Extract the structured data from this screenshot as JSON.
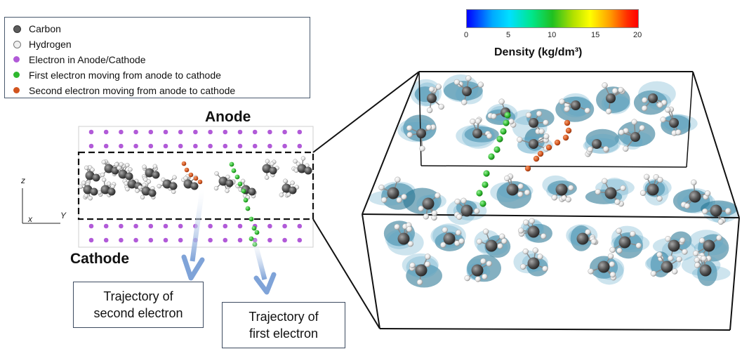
{
  "legend": {
    "items": [
      {
        "label": "Carbon",
        "color": "#5c5c5c"
      },
      {
        "label": "Hydrogen",
        "color": "#e8e8e8"
      },
      {
        "label": "Electron in Anode/Cathode",
        "color": "#b15ad8"
      },
      {
        "label": "First electron moving from anode to cathode",
        "color": "#2fb82f"
      },
      {
        "label": "Second electron moving from anode to cathode",
        "color": "#d2541e"
      }
    ]
  },
  "labels": {
    "anode": "Anode",
    "cathode": "Cathode",
    "axis_z": "z",
    "axis_x": "x",
    "axis_y": "Y",
    "traj_second_line1": "Trajectory of",
    "traj_second_line2": "second electron",
    "traj_first_line1": "Trajectory of",
    "traj_first_line2": "first electron"
  },
  "colorbar": {
    "ticks": [
      "0",
      "5",
      "10",
      "15",
      "20"
    ],
    "title": "Density (kg/dm³)"
  },
  "colors": {
    "carbon": "#5c5c5c",
    "hydrogen": "#f2f2f2",
    "electron": "#b15ad8",
    "first_electron": "#2fb82f",
    "second_electron": "#d2541e",
    "density_cloud": "#2a7f9e",
    "arrow": "#8fb0dd"
  }
}
